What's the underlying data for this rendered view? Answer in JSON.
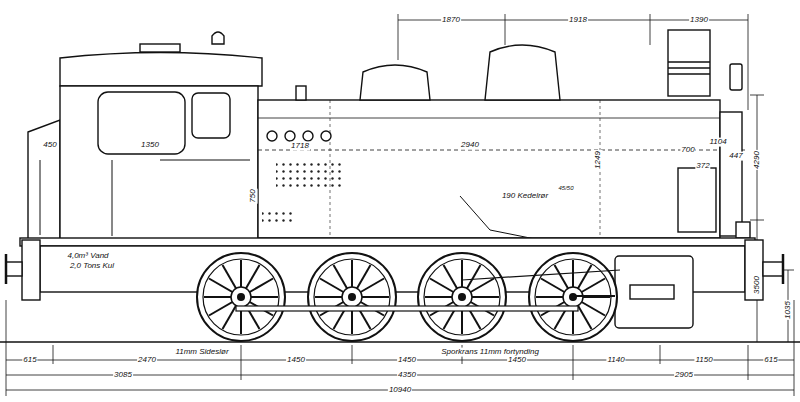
{
  "diagram": {
    "labels": [
      "1870",
      "1918",
      "1390",
      "450",
      "1350",
      "1718",
      "2940",
      "1249",
      "700",
      "1104",
      "372",
      "447",
      "750",
      "190 Kedelrør",
      "45/50",
      "4290",
      "3500",
      "1035",
      "4,0m³ Vand",
      "2,0 Tons Kul",
      "11mm Sideslør",
      "Sporkrans 11mm fortynding",
      "615",
      "2470",
      "1450",
      "1450",
      "1450",
      "1140",
      "1150",
      "615",
      "3085",
      "4350",
      "2905",
      "10940"
    ]
  }
}
